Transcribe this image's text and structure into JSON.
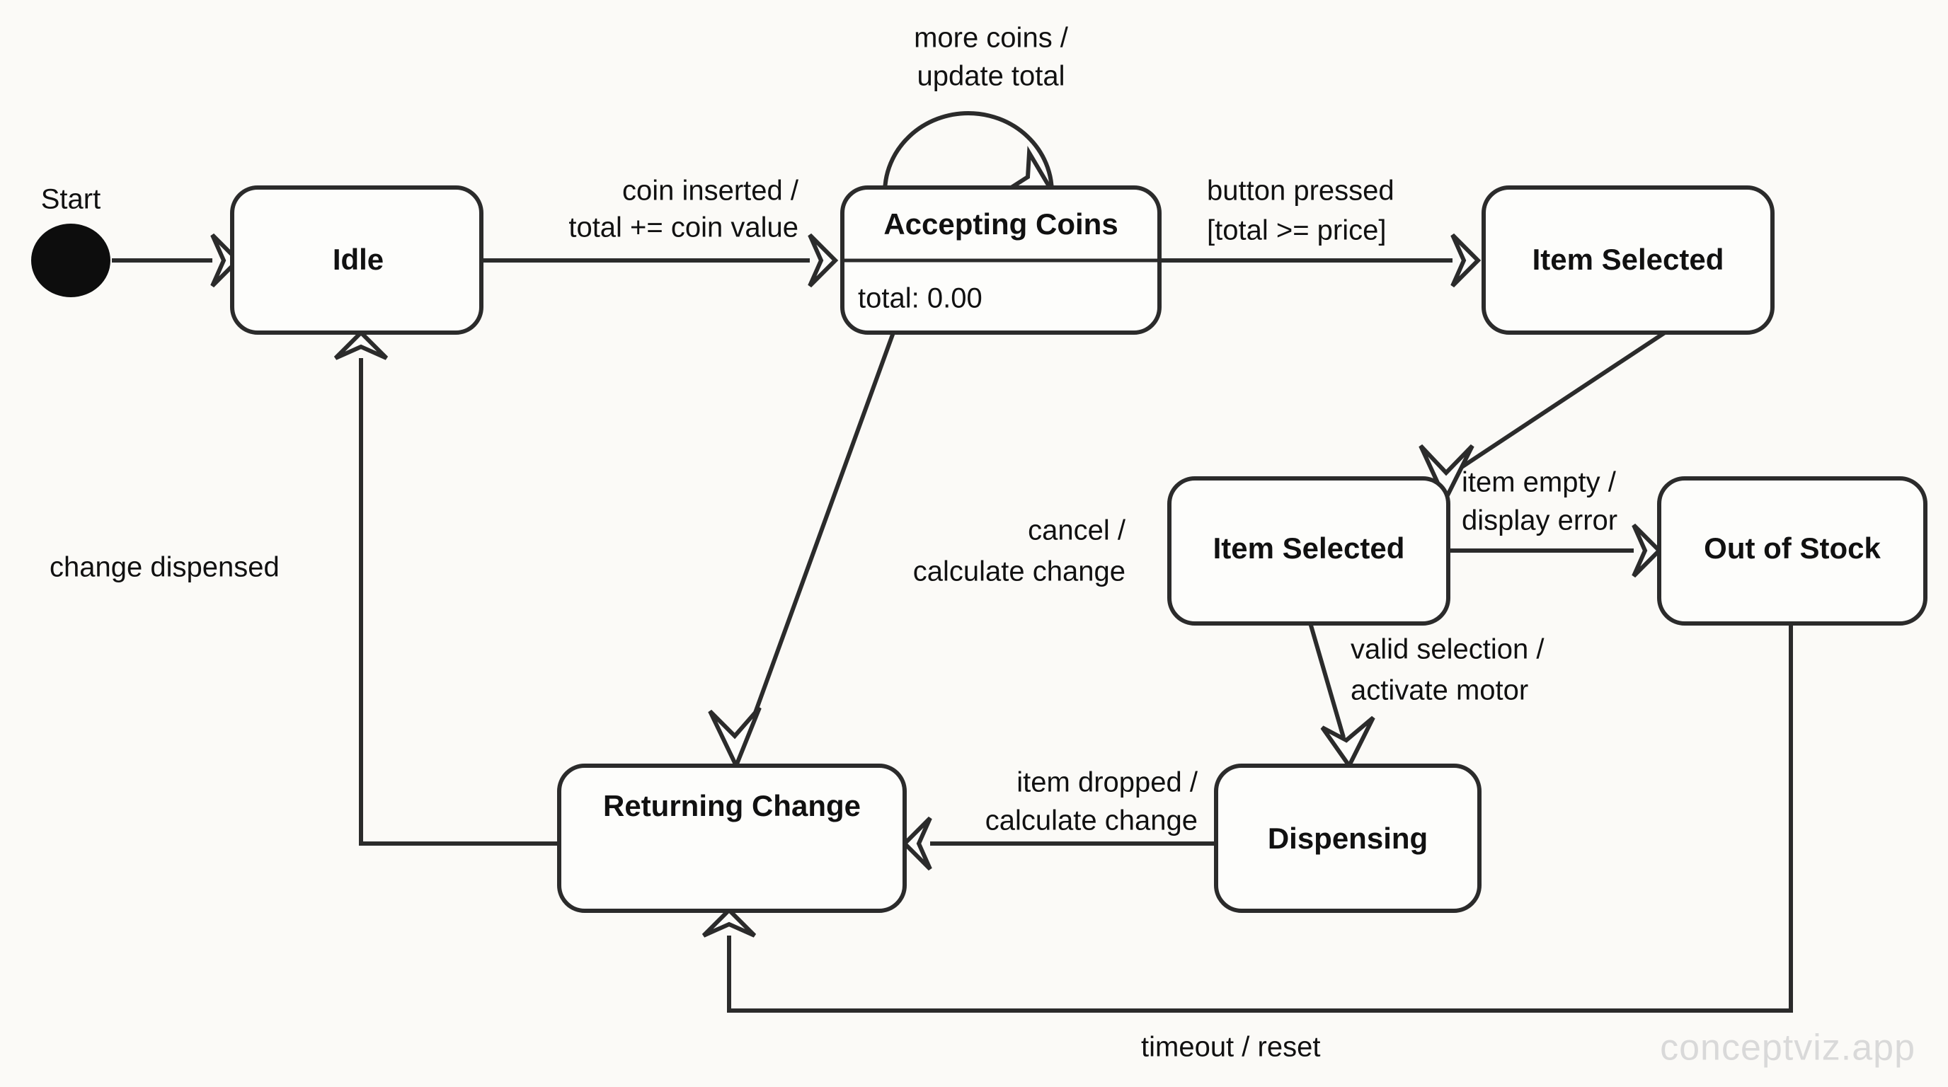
{
  "diagram": {
    "type": "uml-state-machine",
    "title_visible": false,
    "background_color": "#fbfaf7",
    "line_color": "#2b2b2b",
    "watermark": "conceptviz.app",
    "start": {
      "label": "Start"
    },
    "states": [
      {
        "id": "idle",
        "name": "Idle"
      },
      {
        "id": "accepting_coins",
        "name": "Accepting Coins",
        "detail": "total: 0.00"
      },
      {
        "id": "item_selected_1",
        "name": "Item Selected"
      },
      {
        "id": "item_selected_2",
        "name": "Item Selected"
      },
      {
        "id": "out_of_stock",
        "name": "Out of Stock"
      },
      {
        "id": "returning_change",
        "name": "Returning Change"
      },
      {
        "id": "dispensing",
        "name": "Dispensing"
      }
    ],
    "transitions": [
      {
        "id": "t_start",
        "from": "start",
        "to": "idle",
        "label_lines": []
      },
      {
        "id": "t_coin",
        "from": "idle",
        "to": "accepting_coins",
        "label_lines": [
          "coin inserted /",
          "total += coin value"
        ]
      },
      {
        "id": "t_more",
        "from": "accepting_coins",
        "to": "accepting_coins",
        "label_lines": [
          "more coins /",
          "update total"
        ]
      },
      {
        "id": "t_button",
        "from": "accepting_coins",
        "to": "item_selected_1",
        "label_lines": [
          "button pressed",
          "[total >= price]"
        ]
      },
      {
        "id": "t_cancel",
        "from": "accepting_coins",
        "to": "returning_change",
        "label_lines": [
          "cancel /",
          "calculate change"
        ]
      },
      {
        "id": "t_sel",
        "from": "item_selected_1",
        "to": "item_selected_2",
        "label_lines": []
      },
      {
        "id": "t_empty",
        "from": "item_selected_2",
        "to": "out_of_stock",
        "label_lines": [
          "item empty /",
          "display error"
        ]
      },
      {
        "id": "t_valid",
        "from": "item_selected_2",
        "to": "dispensing",
        "label_lines": [
          "valid selection /",
          "activate motor"
        ]
      },
      {
        "id": "t_dropped",
        "from": "dispensing",
        "to": "returning_change",
        "label_lines": [
          "item dropped /",
          "calculate change"
        ]
      },
      {
        "id": "t_dispensed",
        "from": "returning_change",
        "to": "idle",
        "label_lines": [
          "change dispensed"
        ]
      },
      {
        "id": "t_timeout",
        "from": "out_of_stock",
        "to": "returning_change",
        "label_lines": [
          "timeout / reset"
        ]
      }
    ],
    "labels": {
      "start": "Start",
      "idle": "Idle",
      "accepting_coins": "Accepting Coins",
      "accepting_coins_total": "total: 0.00",
      "item_selected_1": "Item Selected",
      "item_selected_2": "Item Selected",
      "out_of_stock": "Out of Stock",
      "returning_change": "Returning Change",
      "dispensing": "Dispensing",
      "more_coins_l1": "more coins /",
      "more_coins_l2": "update total",
      "coin_inserted_l1": "coin inserted /",
      "coin_inserted_l2": "total += coin value",
      "button_pressed_l1": "button pressed",
      "button_pressed_l2": "[total >= price]",
      "item_empty_l1": "item empty /",
      "item_empty_l2": "display error",
      "cancel_l1": "cancel /",
      "cancel_l2": "calculate change",
      "valid_selection_l1": "valid selection /",
      "valid_selection_l2": "activate motor",
      "item_dropped_l1": "item dropped /",
      "item_dropped_l2": "calculate change",
      "change_dispensed": "change dispensed",
      "timeout_reset": "timeout / reset",
      "watermark": "conceptviz.app"
    }
  }
}
